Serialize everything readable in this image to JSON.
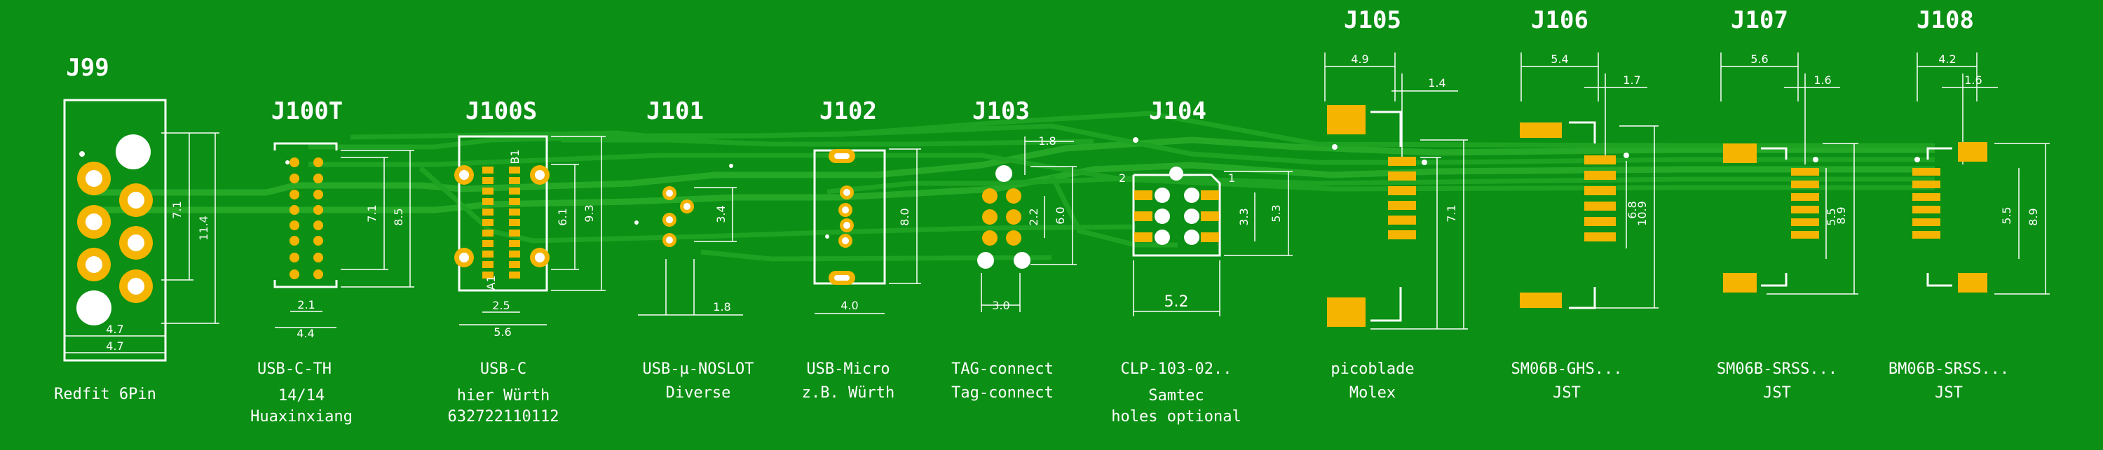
{
  "board_color": "#0b8f14",
  "pad_color": "#f5b400",
  "connectors": [
    {
      "ref": "J99",
      "name": "Redfit 6Pin",
      "note": "",
      "dims": [
        "7.1",
        "11.4",
        "4.7",
        "4.7"
      ]
    },
    {
      "ref": "J100T",
      "name": "USB-C-TH",
      "note": "14/14",
      "note2": "Huaxinxiang",
      "dims": [
        "7.1",
        "8.5",
        "2.1",
        "4.4"
      ]
    },
    {
      "ref": "J100S",
      "name": "USB-C",
      "note": "hier Würth",
      "note2": "632722110112",
      "dims": [
        "6.1",
        "9.3",
        "2.5",
        "5.6"
      ],
      "pin_a": "A1",
      "pin_b": "B1"
    },
    {
      "ref": "J101",
      "name": "USB-µ-NOSLOT",
      "note": "Diverse",
      "dims": [
        "3.4",
        "1.8"
      ]
    },
    {
      "ref": "J102",
      "name": "USB-Micro",
      "note": "z.B. Würth",
      "dims": [
        "8.0",
        "4.0"
      ]
    },
    {
      "ref": "J103",
      "name": "TAG-connect",
      "note": "Tag-connect",
      "dims": [
        "1.8",
        "2.2",
        "6.0",
        "3.0"
      ]
    },
    {
      "ref": "J104",
      "name": "CLP-103-02..",
      "note": "Samtec",
      "note2": "holes optional",
      "dims": [
        "3.3",
        "5.3",
        "5.2"
      ],
      "pin_1": "1",
      "pin_2": "2"
    },
    {
      "ref": "J105",
      "name": "picoblade",
      "note": "Molex",
      "dims": [
        "4.9",
        "1.4",
        "7.1"
      ]
    },
    {
      "ref": "J106",
      "name": "SM06B-GHS...",
      "note": "JST",
      "dims": [
        "5.4",
        "1.7",
        "6.8",
        "10.9"
      ]
    },
    {
      "ref": "J107",
      "name": "SM06B-SRSS...",
      "note": "JST",
      "dims": [
        "5.6",
        "1.6",
        "5.5",
        "8.9"
      ]
    },
    {
      "ref": "J108",
      "name": "BM06B-SRSS...",
      "note": "JST",
      "dims": [
        "4.2",
        "1.6",
        "5.5",
        "8.9"
      ]
    }
  ]
}
